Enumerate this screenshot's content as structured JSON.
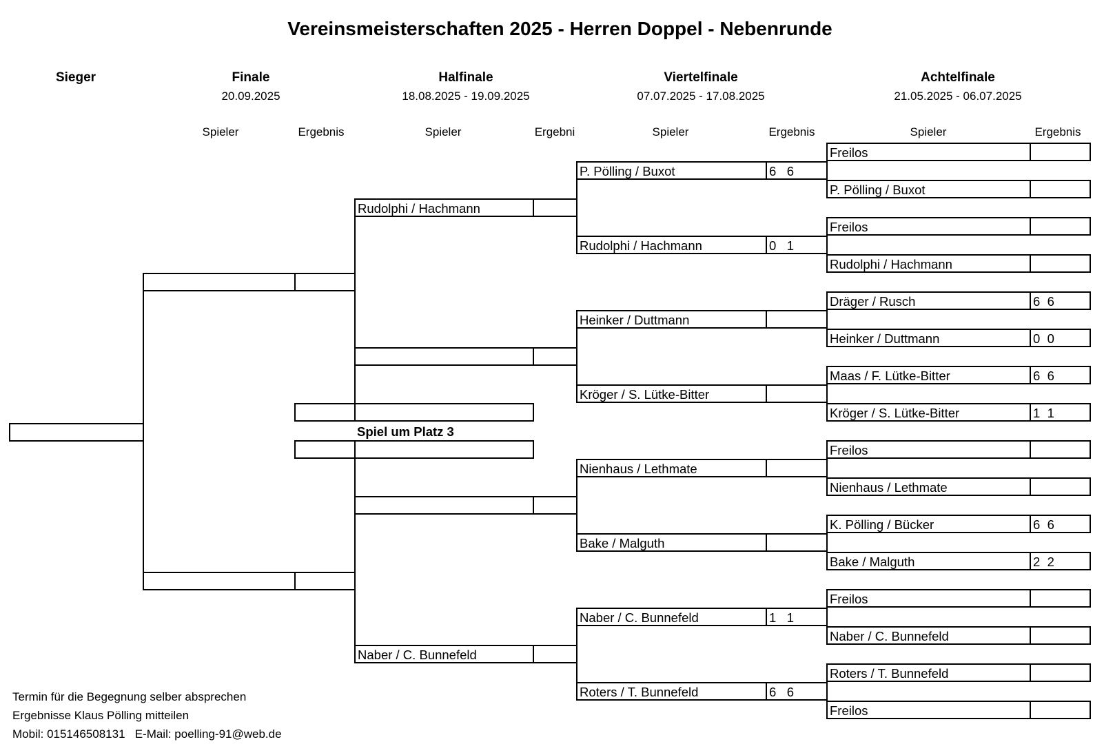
{
  "title": "Vereinsmeisterschaften 2025 - Herren Doppel - Nebenrunde",
  "rounds": {
    "sieger": {
      "name": "Sieger"
    },
    "finale": {
      "name": "Finale",
      "date": "20.09.2025"
    },
    "halbfinale": {
      "name": "Halfinale",
      "date": "18.08.2025 - 19.09.2025"
    },
    "viertelfinale": {
      "name": "Viertelfinale",
      "date": "07.07.2025 - 17.08.2025"
    },
    "achtelfinale": {
      "name": "Achtelfinale",
      "date": "21.05.2025 - 06.07.2025"
    }
  },
  "columns": {
    "finale_spieler": "Spieler",
    "finale_ergebnis": "Ergebnis",
    "halb_spieler": "Spieler",
    "halb_ergebnis": "Ergebni",
    "viertel_spieler": "Spieler",
    "viertel_ergebnis": "Ergebnis",
    "achtel_spieler": "Spieler",
    "achtel_ergebnis": "Ergebnis"
  },
  "achtelfinale": [
    {
      "name": "Freilos",
      "score": ""
    },
    {
      "name": "P. Pölling / Buxot",
      "score": ""
    },
    {
      "name": "Freilos",
      "score": ""
    },
    {
      "name": "Rudolphi / Hachmann",
      "score": ""
    },
    {
      "name": "Dräger / Rusch",
      "score": "6  6"
    },
    {
      "name": "Heinker / Duttmann",
      "score": "0  0"
    },
    {
      "name": "Maas / F. Lütke-Bitter",
      "score": "6  6"
    },
    {
      "name": "Kröger / S. Lütke-Bitter",
      "score": "1  1"
    },
    {
      "name": "Freilos",
      "score": ""
    },
    {
      "name": "Nienhaus / Lethmate",
      "score": ""
    },
    {
      "name": "K. Pölling / Bücker",
      "score": "6  6"
    },
    {
      "name": "Bake / Malguth",
      "score": "2  2"
    },
    {
      "name": "Freilos",
      "score": ""
    },
    {
      "name": "Naber / C. Bunnefeld",
      "score": ""
    },
    {
      "name": "Roters / T. Bunnefeld",
      "score": ""
    },
    {
      "name": "Freilos",
      "score": ""
    }
  ],
  "viertelfinale": [
    {
      "name": "P. Pölling / Buxot",
      "score": "6   6"
    },
    {
      "name": "Rudolphi / Hachmann",
      "score": "0   1"
    },
    {
      "name": "Heinker / Duttmann",
      "score": ""
    },
    {
      "name": "Kröger / S. Lütke-Bitter",
      "score": ""
    },
    {
      "name": "Nienhaus / Lethmate",
      "score": ""
    },
    {
      "name": "Bake / Malguth",
      "score": ""
    },
    {
      "name": "Naber / C. Bunnefeld",
      "score": "1   1"
    },
    {
      "name": "Roters / T. Bunnefeld",
      "score": "6   6"
    }
  ],
  "halbfinale": [
    {
      "name": "Rudolphi / Hachmann",
      "score": ""
    },
    {
      "name": "",
      "score": ""
    },
    {
      "name": "",
      "score": ""
    },
    {
      "name": "Naber / C. Bunnefeld",
      "score": ""
    }
  ],
  "finale": [
    {
      "name": "",
      "score": ""
    },
    {
      "name": "",
      "score": ""
    }
  ],
  "platz3": {
    "label": "Spiel um Platz 3",
    "top": {
      "name": "",
      "score": ""
    },
    "bottom": {
      "name": "",
      "score": ""
    }
  },
  "sieger": {
    "name": ""
  },
  "footer": {
    "line1": "Termin für die Begegnung selber absprechen",
    "line2": "Ergebnisse Klaus Pölling mitteilen",
    "line3": "Mobil: 015146508131   E-Mail: poelling-91@web.de"
  }
}
